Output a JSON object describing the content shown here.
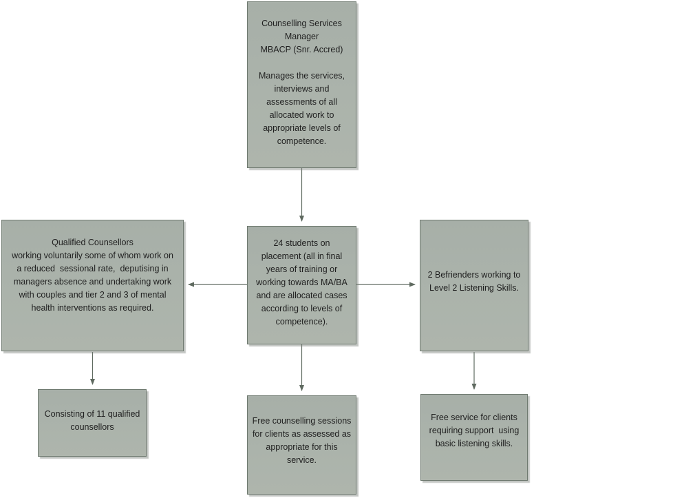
{
  "diagram": {
    "type": "flowchart",
    "colors": {
      "background": "#ffffff",
      "node_fill": "#abb3ab",
      "node_border": "#6e796f",
      "node_shadow": "#c6cac6",
      "arrow": "#5f6a60",
      "text": "#1f1f1f"
    },
    "nodes": {
      "manager": {
        "text": "Counselling Services\nManager\nMBACP (Snr. Accred)\n\nManages the services,\ninterviews and\nassessments of all\nallocated work to\nappropriate levels of\ncompetence."
      },
      "qualified_counsellors": {
        "text": "Qualified Counsellors\nworking voluntarily some of whom work on\na reduced  sessional rate,  deputising in\nmanagers absence and undertaking work\nwith couples and tier 2 and 3 of mental\nhealth interventions as required."
      },
      "students": {
        "text": "24 students on\nplacement (all in final\nyears of training or\nworking towards MA/BA\nand are allocated cases\naccording to levels of\ncompetence)."
      },
      "befrienders": {
        "text": "2 Befrienders working to\nLevel 2 Listening Skills."
      },
      "consisting": {
        "text": "Consisting of 11 qualified\ncounsellors"
      },
      "free_counselling": {
        "text": "Free counselling sessions\nfor clients as assessed as\nappropriate for this\nservice."
      },
      "free_service": {
        "text": "Free service for clients\nrequiring support  using\nbasic listening skills."
      }
    },
    "edges": [
      {
        "from": "manager",
        "to": "students",
        "direction": "down"
      },
      {
        "from": "students",
        "to": "qualified_counsellors",
        "direction": "left"
      },
      {
        "from": "students",
        "to": "befrienders",
        "direction": "right"
      },
      {
        "from": "qualified_counsellors",
        "to": "consisting",
        "direction": "down"
      },
      {
        "from": "students",
        "to": "free_counselling",
        "direction": "down"
      },
      {
        "from": "befrienders",
        "to": "free_service",
        "direction": "down"
      }
    ]
  }
}
